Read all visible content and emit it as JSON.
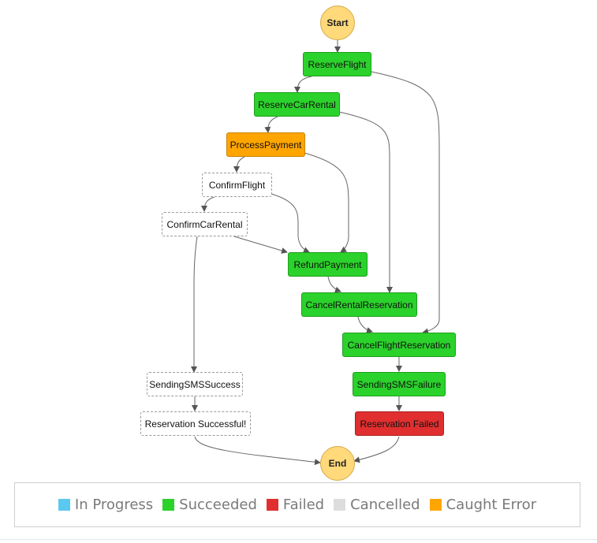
{
  "start_label": "Start",
  "end_label": "End",
  "states": {
    "reserve_flight": "ReserveFlight",
    "reserve_car_rental": "ReserveCarRental",
    "process_payment": "ProcessPayment",
    "confirm_flight": "ConfirmFlight",
    "confirm_car_rental": "ConfirmCarRental",
    "refund_payment": "RefundPayment",
    "cancel_rental_reservation": "CancelRentalReservation",
    "cancel_flight_reservation": "CancelFlightReservation",
    "sending_sms_success": "SendingSMSSuccess",
    "sending_sms_failure": "SendingSMSFailure",
    "reservation_successful": "Reservation Successful!",
    "reservation_failed": "Reservation Failed"
  },
  "legend": [
    {
      "label": "In Progress",
      "color": "#5bc8ef"
    },
    {
      "label": "Succeeded",
      "color": "#2bd22b"
    },
    {
      "label": "Failed",
      "color": "#e12f2f"
    },
    {
      "label": "Cancelled",
      "color": "#dddddd"
    },
    {
      "label": "Caught Error",
      "color": "#ffa500"
    }
  ]
}
